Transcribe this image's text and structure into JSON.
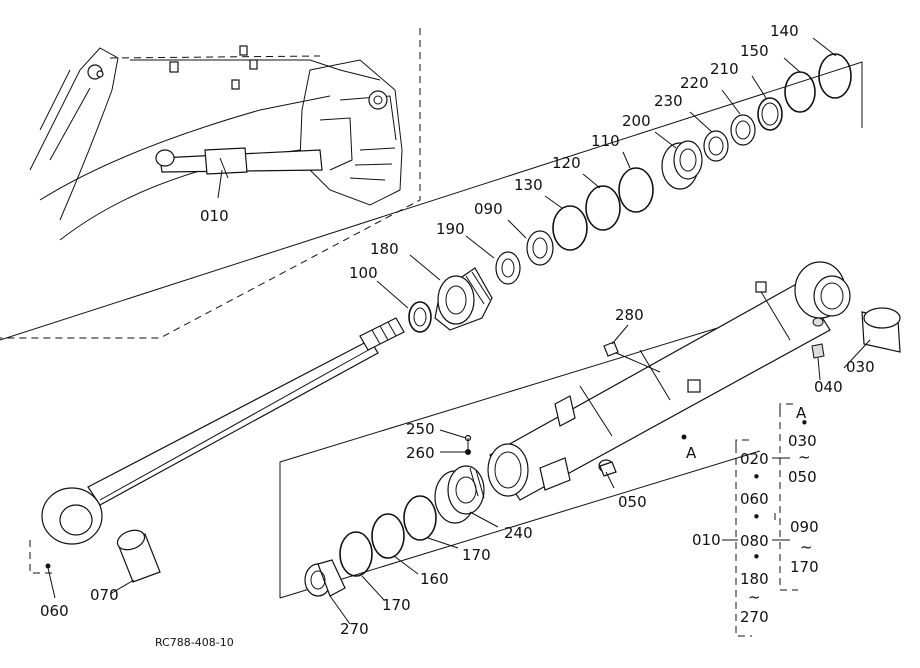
{
  "drawing_code": "RC788-408-10",
  "labels": {
    "p140": "140",
    "p150": "150",
    "p210": "210",
    "p220": "220",
    "p230": "230",
    "p200": "200",
    "p110": "110",
    "p120": "120",
    "p130": "130",
    "p090": "090",
    "p190": "190",
    "p180": "180",
    "p100": "100",
    "p010": "010",
    "p280": "280",
    "p030": "030",
    "p040": "040",
    "pA": "A",
    "p250": "250",
    "p260": "260",
    "p050": "050",
    "p240": "240",
    "p170a": "170",
    "p160": "160",
    "p170b": "170",
    "p270": "270",
    "p060": "060",
    "p070": "070"
  },
  "tree": {
    "root": "010",
    "a_head": "A",
    "a_dot": "•",
    "a_030": "030",
    "a_tilde": "~",
    "a_050": "050",
    "n020": "020",
    "dot1": "•",
    "n060": "060",
    "dot2": "•",
    "n080": "080",
    "dot3": "•",
    "n180": "180",
    "tilde3": "~",
    "n270": "270",
    "b_090": "090",
    "b_tilde": "~",
    "b_170": "170"
  }
}
